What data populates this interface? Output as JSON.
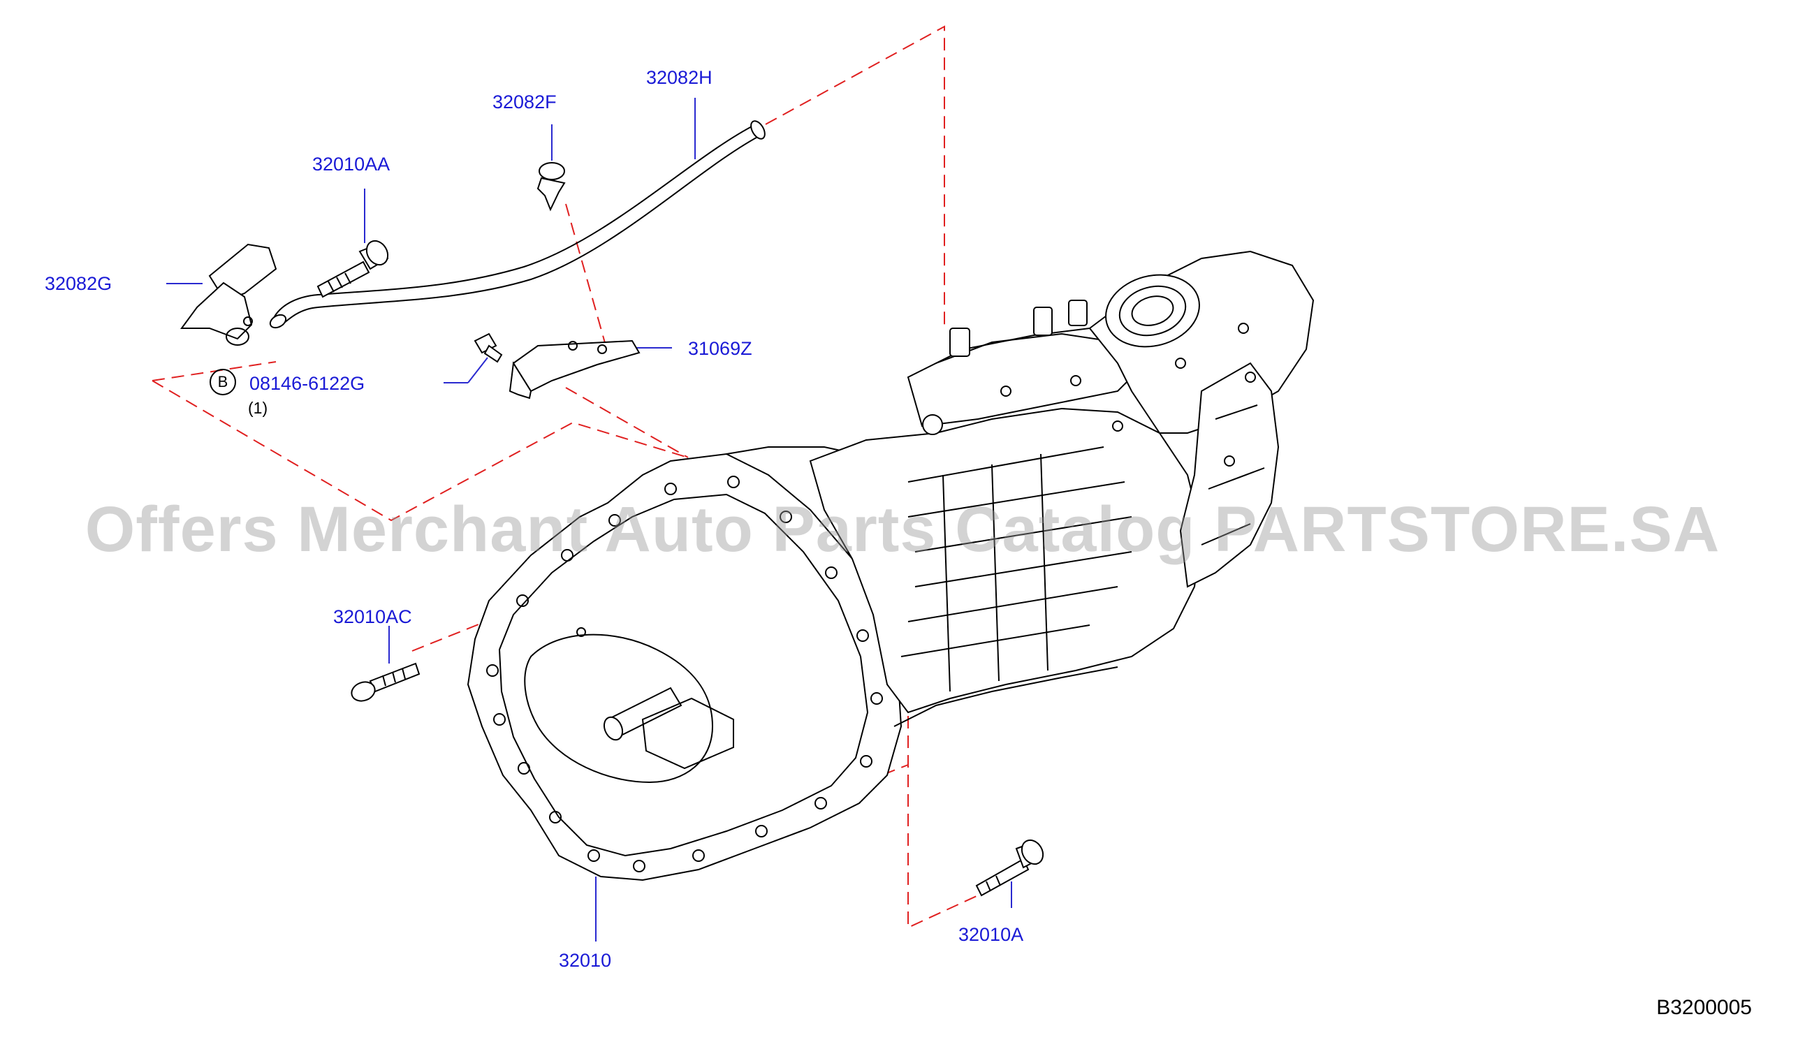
{
  "parts": {
    "p32082H": "32082H",
    "p32082F": "32082F",
    "p32010AA": "32010AA",
    "p32082G": "32082G",
    "p31069Z": "31069Z",
    "p08146": "08146-6122G",
    "p08146_qty": "(1)",
    "p32010AC": "32010AC",
    "p32010": "32010",
    "p32010A": "32010A"
  },
  "callout_symbol": "B",
  "diagram_code": "B3200005",
  "watermark": "Offers Merchant Auto Parts Catalog PARTSTORE.SA",
  "colors": {
    "label": "#1a1ad6",
    "dashed_line": "#e02020",
    "watermark": "#969696"
  }
}
